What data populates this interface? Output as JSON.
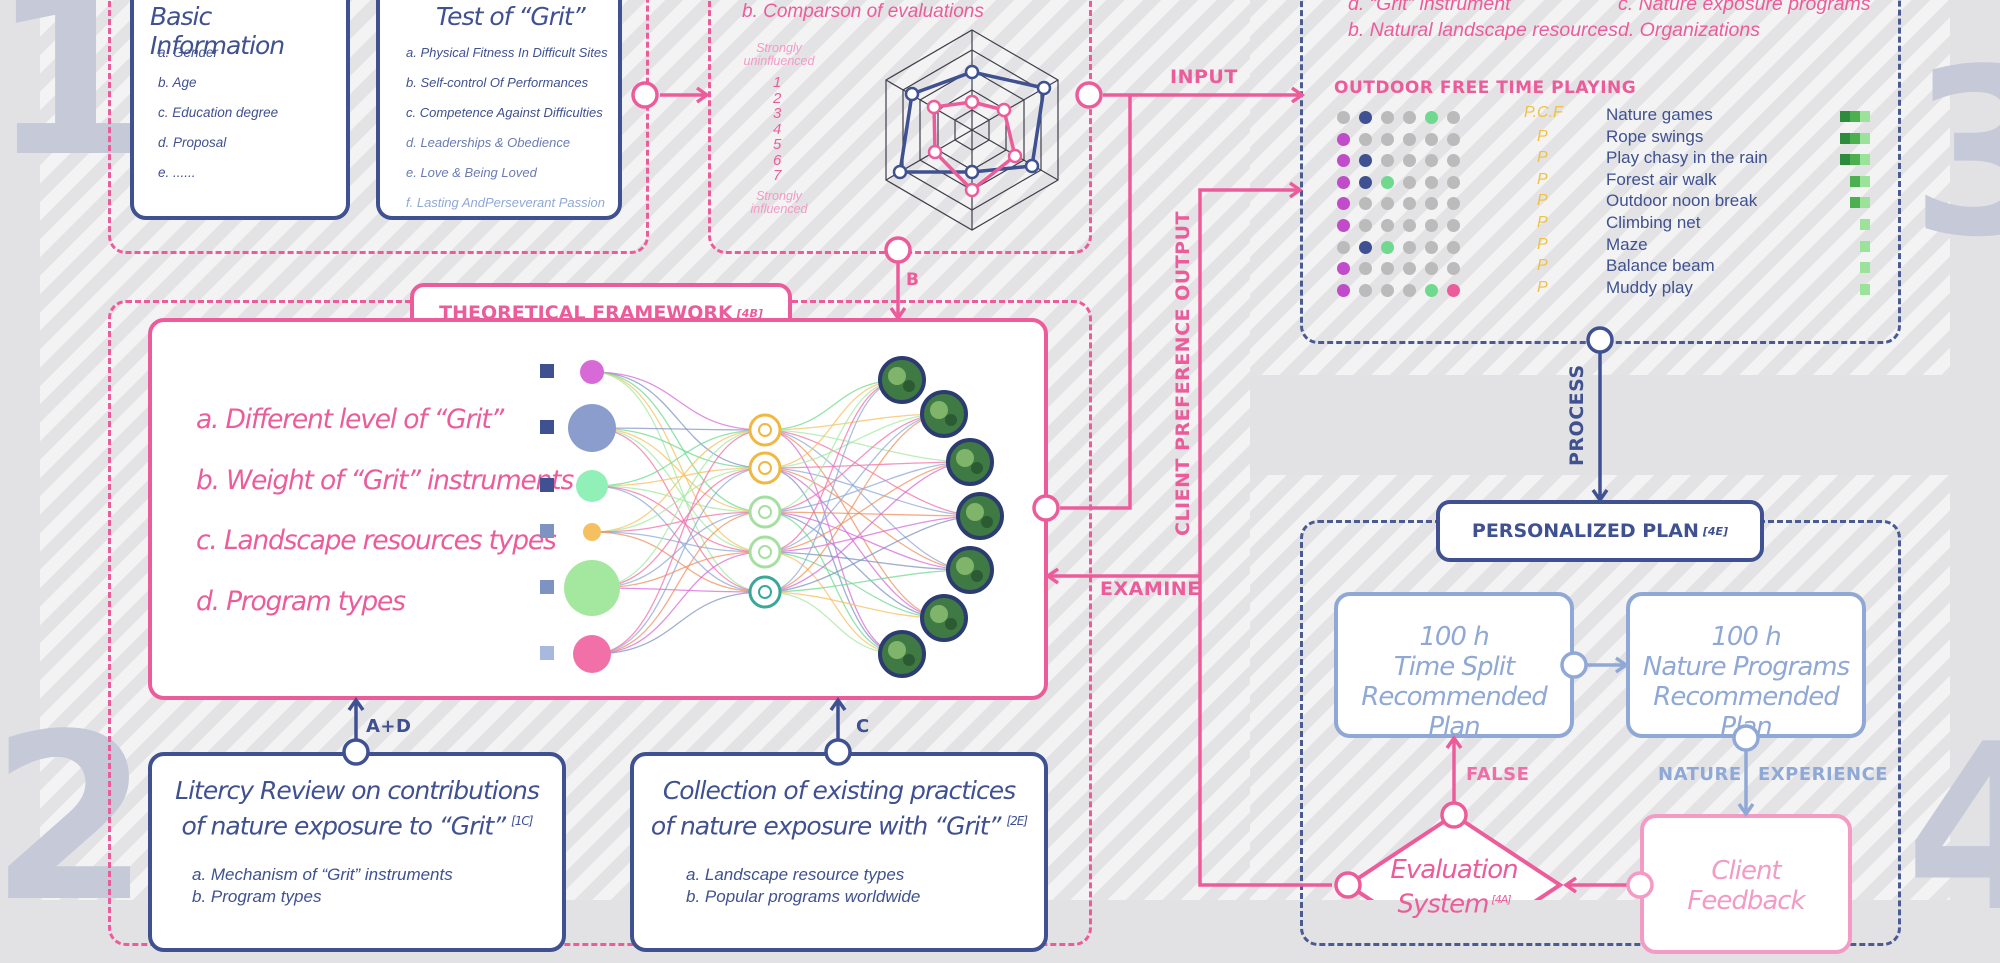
{
  "section_numbers": [
    "1",
    "2",
    "3",
    "4"
  ],
  "basic_info": {
    "title": "Basic Information",
    "items": [
      "a. Gender",
      "b. Age",
      "c. Education degree",
      "d. Proposal",
      "e. ......"
    ]
  },
  "grit_test": {
    "title": "Test of “Grit”",
    "items": [
      "a. Physical Fitness In Difficult Sites",
      "b. Self-control Of Performances",
      "c. Competence Against Difficulties",
      "d. Leaderships & Obedience",
      "e. Love & Being Loved",
      "f. Lasting AndPerseverant Passion"
    ]
  },
  "comparison": {
    "title": "b. Comparson of evaluations",
    "scale_top": "Strongly uninfluenced",
    "scale_numbers": [
      "1",
      "2",
      "3",
      "4",
      "5",
      "6",
      "7"
    ],
    "scale_bottom": "Strongly influenced"
  },
  "top_right_items": {
    "left": [
      "d. “Grit” instrument",
      "b. Natural landscape resources"
    ],
    "right": [
      "c. Nature exposure programs",
      "d. Organizations"
    ]
  },
  "outdoor": {
    "title": "OUTDOOR FREE TIME PLAYING",
    "header_code": "P.C.F",
    "rows": [
      {
        "code": "",
        "name": "Nature games",
        "dots": [
          "#bbb",
          "#3f5190",
          "#bbb",
          "#bbb",
          "#6fd98f",
          "#bbb"
        ],
        "bar": 3
      },
      {
        "code": "P",
        "name": "Rope swings",
        "dots": [
          "#c04cc9",
          "#bbb",
          "#bbb",
          "#bbb",
          "#bbb",
          "#bbb"
        ],
        "bar": 3
      },
      {
        "code": "P",
        "name": "Play chasy in the rain",
        "dots": [
          "#c04cc9",
          "#3f5190",
          "#bbb",
          "#bbb",
          "#bbb",
          "#bbb"
        ],
        "bar": 3
      },
      {
        "code": "P",
        "name": "Forest air walk",
        "dots": [
          "#c04cc9",
          "#3f5190",
          "#6fd98f",
          "#bbb",
          "#bbb",
          "#bbb"
        ],
        "bar": 2
      },
      {
        "code": "P",
        "name": "Outdoor noon break",
        "dots": [
          "#c04cc9",
          "#bbb",
          "#bbb",
          "#bbb",
          "#bbb",
          "#bbb"
        ],
        "bar": 2
      },
      {
        "code": "P",
        "name": "Climbing net",
        "dots": [
          "#c04cc9",
          "#bbb",
          "#bbb",
          "#bbb",
          "#bbb",
          "#bbb"
        ],
        "bar": 1
      },
      {
        "code": "P",
        "name": "Maze",
        "dots": [
          "#bbb",
          "#3f5190",
          "#6fd98f",
          "#bbb",
          "#bbb",
          "#bbb"
        ],
        "bar": 1
      },
      {
        "code": "P",
        "name": "Balance beam",
        "dots": [
          "#c04cc9",
          "#bbb",
          "#bbb",
          "#bbb",
          "#bbb",
          "#bbb"
        ],
        "bar": 1
      },
      {
        "code": "P",
        "name": "Muddy play",
        "dots": [
          "#c04cc9",
          "#bbb",
          "#bbb",
          "#bbb",
          "#6fd98f",
          "#ec5c9b"
        ],
        "bar": 1
      }
    ]
  },
  "flow_labels": {
    "input": "INPUT",
    "b": "B",
    "client_pref": "CLIENT PREFERENCE OUTPUT",
    "examine": "EXAMINE",
    "process": "PROCESS",
    "ad": "A+D",
    "c": "C",
    "false": "FALSE",
    "nature": "NATURE",
    "experience": "EXPERIENCE"
  },
  "framework": {
    "title": "THEORETICAL FRAMEWORK",
    "ref": "[4B]",
    "items": [
      "a. Different level of “Grit”",
      "b. Weight of “Grit” instruments",
      "c. Landscape resources types",
      "d. Program types"
    ],
    "node_colors": [
      "#d86ad8",
      "#8a9dcc",
      "#90f0b8",
      "#f5c060",
      "#a4e8a0",
      "#f270a8"
    ],
    "node_sizes": [
      12,
      24,
      16,
      9,
      28,
      19
    ],
    "square_colors": [
      "#3f5190",
      "#3f5190",
      "#3f5190",
      "#7f93c2",
      "#7f93c2",
      "#a8b8de"
    ]
  },
  "personalized": {
    "title": "PERSONALIZED PLAN",
    "ref": "[4E]",
    "plan1": [
      "100 h",
      "Time Split",
      "Recommended Plan"
    ],
    "plan2": [
      "100 h",
      "Nature Programs",
      "Recommended Plan"
    ],
    "evaluation": [
      "Evaluation",
      "System"
    ],
    "evaluation_ref": "[4A]",
    "feedback": [
      "Client",
      "Feedback"
    ]
  },
  "literacy": {
    "title_line1": "Litercy Review on contributions",
    "title_line2": "of  nature exposure to “Grit”",
    "ref": "[1C]",
    "items": [
      "a. Mechanism of “Grit” instruments",
      "b. Program types"
    ]
  },
  "collection": {
    "title_line1": "Collection of existing practices",
    "title_line2": "of nature exposure with “Grit”",
    "ref": "[2E]",
    "items": [
      "a. Landscape resource types",
      "b. Popular programs worldwide"
    ]
  },
  "colors": {
    "pink": "#ec5c9b",
    "navy": "#3f5190",
    "light_blue": "#8fa8d6",
    "green": "#4caf50"
  }
}
